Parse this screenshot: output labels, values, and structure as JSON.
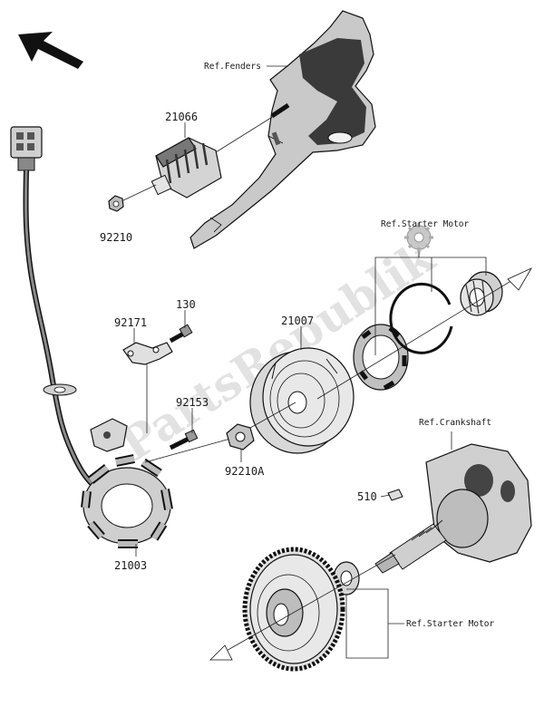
{
  "labels": {
    "p21066": "21066",
    "p92210": "92210",
    "p92171": "92171",
    "p130": "130",
    "p21007": "21007",
    "p92153": "92153",
    "p92210A": "92210A",
    "p21003": "21003",
    "p510": "510"
  },
  "refs": {
    "fenders": "Ref.Fenders",
    "starter_motor_top": "Ref.Starter Motor",
    "crankshaft": "Ref.Crankshaft",
    "starter_motor_bottom": "Ref.Starter Motor"
  },
  "watermark": "PartsRepublik",
  "icons": {
    "direction": "front-direction-arrow-icon",
    "gear": "gear-icon"
  }
}
